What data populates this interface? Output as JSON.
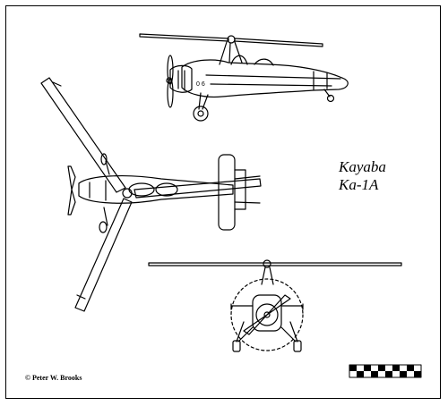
{
  "drawing": {
    "title_line1": "Kayaba",
    "title_line2": "Ka-1A",
    "credit": "© Peter W. Brooks"
  },
  "scale_bar": {
    "segments": 10,
    "pattern": "alternating black/white checker, two rows"
  },
  "views": [
    "side-elevation",
    "plan-view",
    "front-view"
  ],
  "colors": {
    "line": "#000000",
    "paper": "#ffffff"
  }
}
